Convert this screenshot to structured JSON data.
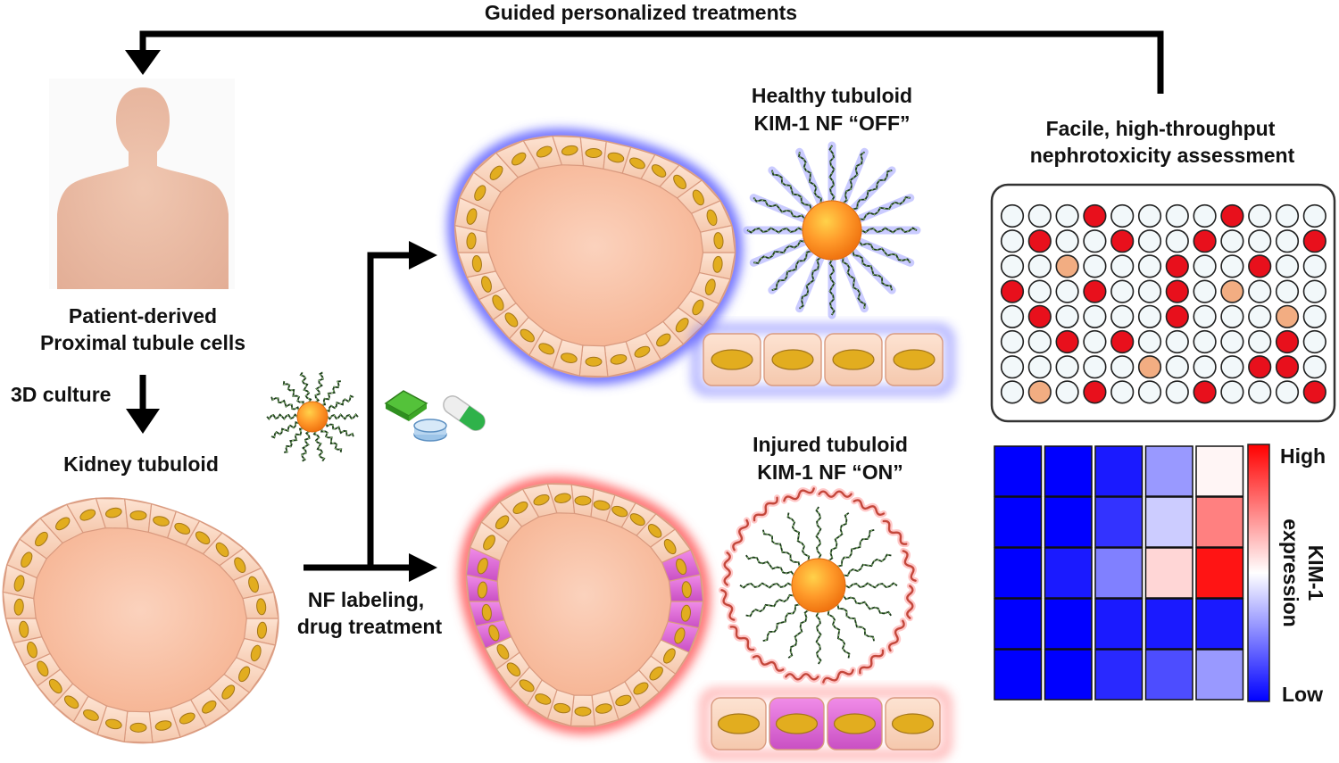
{
  "flow": {
    "top_arrow_label": "Guided personalized treatments",
    "culture_label": "3D culture",
    "treatment_label_1": "NF labeling,",
    "treatment_label_2": "drug treatment"
  },
  "patient": {
    "label_1": "Patient-derived",
    "label_2": "Proximal tubule cells"
  },
  "tubuloid": {
    "label": "Kidney tubuloid"
  },
  "healthy": {
    "label_1": "Healthy tubuloid",
    "label_2": "KIM-1 NF “OFF”"
  },
  "injured": {
    "label_1": "Injured tubuloid",
    "label_2": "KIM-1 NF “ON”"
  },
  "assessment": {
    "label_1": "Facile, high-throughput",
    "label_2": "nephrotoxicity assessment"
  },
  "plate": {
    "rows": 8,
    "cols": 12,
    "wells_high": [
      [
        0,
        3
      ],
      [
        0,
        8
      ],
      [
        1,
        1
      ],
      [
        1,
        4
      ],
      [
        1,
        7
      ],
      [
        1,
        11
      ],
      [
        2,
        6
      ],
      [
        2,
        9
      ],
      [
        3,
        0
      ],
      [
        3,
        3
      ],
      [
        3,
        6
      ],
      [
        4,
        1
      ],
      [
        4,
        6
      ],
      [
        5,
        2
      ],
      [
        5,
        4
      ],
      [
        5,
        10
      ],
      [
        6,
        9
      ],
      [
        6,
        10
      ],
      [
        7,
        3
      ],
      [
        7,
        7
      ],
      [
        7,
        11
      ]
    ],
    "wells_mid": [
      [
        2,
        2
      ],
      [
        3,
        8
      ],
      [
        4,
        10
      ],
      [
        6,
        5
      ],
      [
        7,
        1
      ]
    ],
    "colors": {
      "high": "#e8101c",
      "mid": "#f2ad82",
      "empty": "#f2f8fa"
    }
  },
  "heatmap": {
    "values": [
      [
        0.0,
        0.0,
        0.05,
        0.3,
        0.52
      ],
      [
        0.0,
        0.0,
        0.1,
        0.4,
        0.75
      ],
      [
        0.0,
        0.05,
        0.25,
        0.58,
        0.96
      ],
      [
        0.0,
        0.0,
        0.05,
        0.05,
        0.05
      ],
      [
        0.0,
        0.0,
        0.08,
        0.15,
        0.3
      ]
    ],
    "scale_high": "High",
    "scale_low": "Low",
    "scale_title_1": "KIM-1",
    "scale_title_2": "expression",
    "colors": {
      "low": "#0000ff",
      "mid": "#ffffff",
      "high": "#ff0000"
    }
  }
}
